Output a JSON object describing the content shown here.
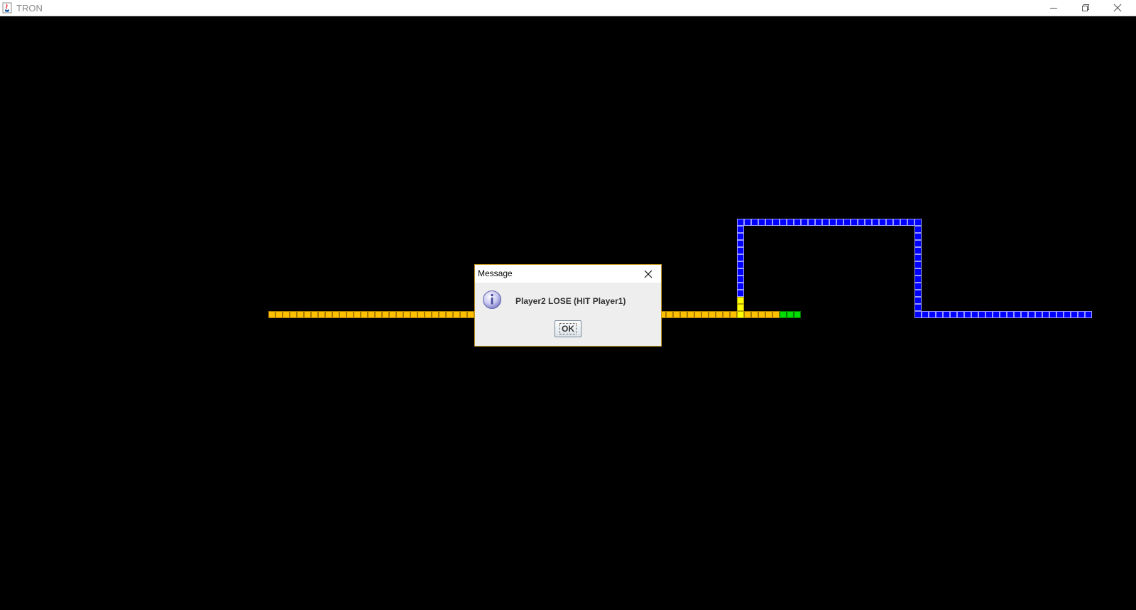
{
  "window": {
    "title": "TRON",
    "controls": {
      "minimize_icon": "minimize-icon",
      "maximize_icon": "restore-icon",
      "close_icon": "close-icon"
    }
  },
  "game": {
    "background": "#000000",
    "grid_cell": 10,
    "trails": [
      {
        "player": "Player1",
        "color": "#ffc000",
        "border": "#a67c00",
        "cells": [
          [
            38,
            41
          ],
          [
            39,
            41
          ],
          [
            40,
            41
          ],
          [
            41,
            41
          ],
          [
            42,
            41
          ],
          [
            43,
            41
          ],
          [
            44,
            41
          ],
          [
            45,
            41
          ],
          [
            46,
            41
          ],
          [
            47,
            41
          ],
          [
            48,
            41
          ],
          [
            49,
            41
          ],
          [
            50,
            41
          ],
          [
            51,
            41
          ],
          [
            52,
            41
          ],
          [
            53,
            41
          ],
          [
            54,
            41
          ],
          [
            55,
            41
          ],
          [
            56,
            41
          ],
          [
            57,
            41
          ],
          [
            58,
            41
          ],
          [
            59,
            41
          ],
          [
            60,
            41
          ],
          [
            61,
            41
          ],
          [
            62,
            41
          ],
          [
            63,
            41
          ],
          [
            64,
            41
          ],
          [
            65,
            41
          ],
          [
            66,
            41
          ],
          [
            67,
            41
          ],
          [
            68,
            41
          ],
          [
            69,
            41
          ],
          [
            70,
            41
          ],
          [
            71,
            41
          ],
          [
            72,
            41
          ],
          [
            73,
            41
          ],
          [
            74,
            41
          ],
          [
            75,
            41
          ],
          [
            76,
            41
          ],
          [
            77,
            41
          ],
          [
            78,
            41
          ],
          [
            79,
            41
          ],
          [
            80,
            41
          ],
          [
            81,
            41
          ],
          [
            82,
            41
          ],
          [
            83,
            41
          ],
          [
            84,
            41
          ],
          [
            85,
            41
          ],
          [
            86,
            41
          ],
          [
            87,
            41
          ],
          [
            88,
            41
          ],
          [
            89,
            41
          ],
          [
            90,
            41
          ],
          [
            91,
            41
          ],
          [
            92,
            41
          ],
          [
            93,
            41
          ],
          [
            94,
            41
          ],
          [
            95,
            41
          ],
          [
            96,
            41
          ],
          [
            97,
            41
          ],
          [
            98,
            41
          ],
          [
            99,
            41
          ],
          [
            100,
            41
          ],
          [
            101,
            41
          ],
          [
            102,
            41
          ],
          [
            103,
            41
          ],
          [
            104,
            41
          ],
          [
            105,
            41
          ],
          [
            106,
            41
          ],
          [
            107,
            41
          ],
          [
            108,
            41
          ],
          [
            109,
            41
          ],
          [
            110,
            41
          ]
        ]
      },
      {
        "player": "Player1-head",
        "color": "#00dd00",
        "border": "#007700",
        "cells": [
          [
            110,
            41
          ],
          [
            111,
            41
          ],
          [
            112,
            41
          ]
        ]
      },
      {
        "player": "Player2",
        "color": "#0000ff",
        "border": "#9999ff",
        "cells": [
          [
            104,
            28
          ],
          [
            105,
            28
          ],
          [
            106,
            28
          ],
          [
            107,
            28
          ],
          [
            108,
            28
          ],
          [
            109,
            28
          ],
          [
            110,
            28
          ],
          [
            111,
            28
          ],
          [
            112,
            28
          ],
          [
            113,
            28
          ],
          [
            114,
            28
          ],
          [
            115,
            28
          ],
          [
            116,
            28
          ],
          [
            117,
            28
          ],
          [
            118,
            28
          ],
          [
            119,
            28
          ],
          [
            120,
            28
          ],
          [
            121,
            28
          ],
          [
            122,
            28
          ],
          [
            123,
            28
          ],
          [
            124,
            28
          ],
          [
            125,
            28
          ],
          [
            126,
            28
          ],
          [
            127,
            28
          ],
          [
            128,
            28
          ],
          [
            129,
            28
          ],
          [
            129,
            29
          ],
          [
            129,
            30
          ],
          [
            129,
            31
          ],
          [
            129,
            32
          ],
          [
            129,
            33
          ],
          [
            129,
            34
          ],
          [
            129,
            35
          ],
          [
            129,
            36
          ],
          [
            129,
            37
          ],
          [
            129,
            38
          ],
          [
            129,
            39
          ],
          [
            129,
            40
          ],
          [
            129,
            41
          ],
          [
            130,
            41
          ],
          [
            131,
            41
          ],
          [
            132,
            41
          ],
          [
            133,
            41
          ],
          [
            134,
            41
          ],
          [
            135,
            41
          ],
          [
            136,
            41
          ],
          [
            137,
            41
          ],
          [
            138,
            41
          ],
          [
            139,
            41
          ],
          [
            140,
            41
          ],
          [
            141,
            41
          ],
          [
            142,
            41
          ],
          [
            143,
            41
          ],
          [
            144,
            41
          ],
          [
            145,
            41
          ],
          [
            146,
            41
          ],
          [
            147,
            41
          ],
          [
            148,
            41
          ],
          [
            149,
            41
          ],
          [
            150,
            41
          ],
          [
            151,
            41
          ],
          [
            152,
            41
          ],
          [
            153,
            41
          ],
          [
            104,
            29
          ],
          [
            104,
            30
          ],
          [
            104,
            31
          ],
          [
            104,
            32
          ],
          [
            104,
            33
          ],
          [
            104,
            34
          ],
          [
            104,
            35
          ],
          [
            104,
            36
          ],
          [
            104,
            37
          ],
          [
            104,
            38
          ]
        ]
      },
      {
        "player": "Player2-head",
        "color": "#ffff00",
        "border": "#b0a000",
        "cells": [
          [
            104,
            39
          ],
          [
            104,
            40
          ],
          [
            104,
            41
          ]
        ]
      }
    ]
  },
  "dialog": {
    "title": "Message",
    "close_icon": "close-icon",
    "icon": "info-icon",
    "message": "Player2 LOSE (HIT Player1)",
    "ok_label": "OK"
  }
}
